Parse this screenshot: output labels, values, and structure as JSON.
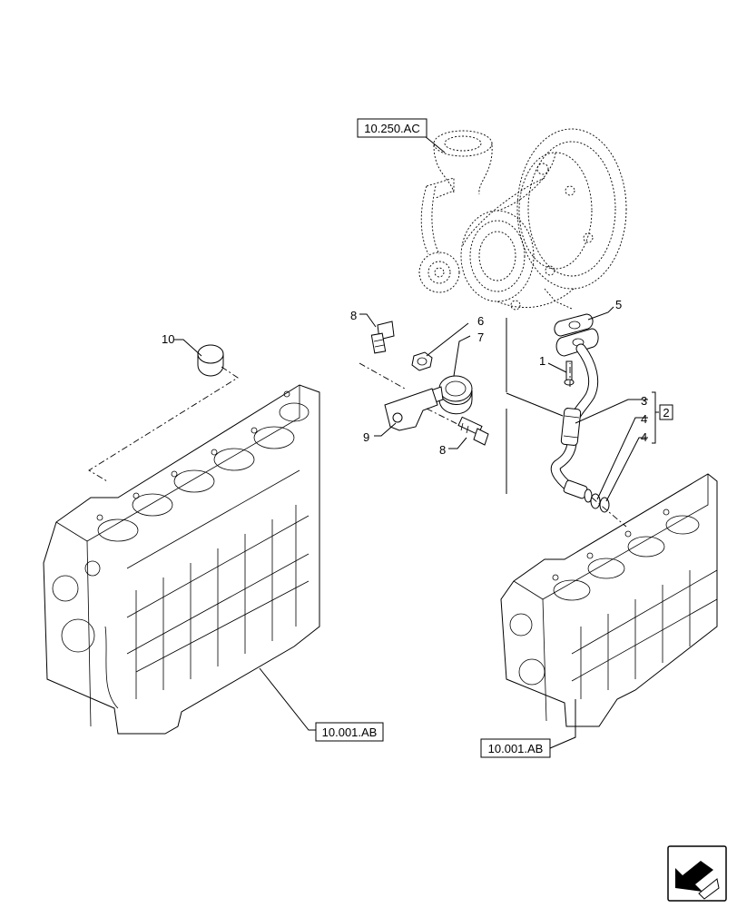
{
  "references": {
    "turbo": "10.250.AC",
    "block_left": "10.001.AB",
    "block_right": "10.001.AB"
  },
  "callouts": {
    "c1": "1",
    "c2": "2",
    "c3": "3",
    "c4a": "4",
    "c4b": "4",
    "c5": "5",
    "c6": "6",
    "c7": "7",
    "c8a": "8",
    "c8b": "8",
    "c9": "9",
    "c10": "10"
  },
  "icons": {
    "navigation": "next-page-arrow-icon"
  }
}
